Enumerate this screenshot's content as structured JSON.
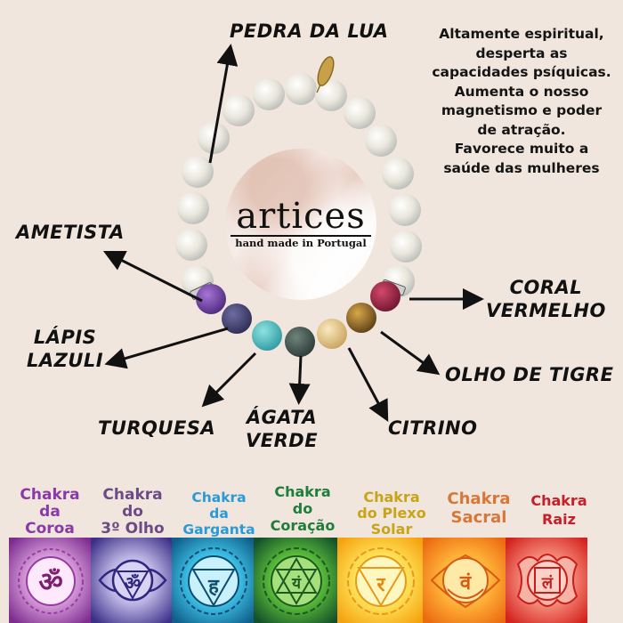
{
  "background_color": "#f1e6dd",
  "stones": [
    {
      "name": "PEDRA DA LUA",
      "lines": [
        "PEDRA DA LUA"
      ]
    },
    {
      "name": "AMETISTA",
      "lines": [
        "AMETISTA"
      ]
    },
    {
      "name": "LÁPIS LAZULI",
      "lines": [
        "LÁPIS",
        "LAZULI"
      ]
    },
    {
      "name": "TURQUESA",
      "lines": [
        "TURQUESA"
      ]
    },
    {
      "name": "ÁGATA VERDE",
      "lines": [
        "ÁGATA",
        "VERDE"
      ]
    },
    {
      "name": "CITRINO",
      "lines": [
        "CITRINO"
      ]
    },
    {
      "name": "OLHO DE TIGRE",
      "lines": [
        "OLHO DE TIGRE"
      ]
    },
    {
      "name": "CORAL VERMELHO",
      "lines": [
        "CORAL",
        "VERMELHO"
      ]
    }
  ],
  "description": {
    "lines": [
      "Altamente espiritual,",
      "desperta as",
      "capacidades psíquicas.",
      "Aumenta o nosso",
      "magnetismo e poder",
      "de atração.",
      "Favorece muito a",
      "saúde das mulheres"
    ]
  },
  "brand": {
    "name": "artices",
    "tagline": "hand made in Portugal",
    "charm_text": "artices"
  },
  "chakras": [
    {
      "lines": [
        "Chakra",
        "da",
        "Coroa"
      ],
      "color": "#8a3aa8",
      "tile_color": "#8e3f9e",
      "symbol": "om-symbol-icon"
    },
    {
      "lines": [
        "Chakra",
        "do",
        "3º Olho"
      ],
      "color": "#6b4a86",
      "tile_color": "#4a3f96",
      "symbol": "third-eye-symbol-icon"
    },
    {
      "lines": [
        "Chakra",
        "da",
        "Garganta"
      ],
      "color": "#2a9ad6",
      "tile_color": "#1f8fbf",
      "symbol": "throat-symbol-icon"
    },
    {
      "lines": [
        "Chakra",
        "do",
        "Coração"
      ],
      "color": "#1e7e3a",
      "tile_color": "#3d9a2e",
      "symbol": "heart-symbol-icon"
    },
    {
      "lines": [
        "Chakra",
        "do Plexo",
        "Solar"
      ],
      "color": "#c9a417",
      "tile_color": "#f6c21c",
      "symbol": "solar-plexus-symbol-icon"
    },
    {
      "lines": [
        "Chakra",
        "Sacral"
      ],
      "color": "#d9773a",
      "tile_color": "#f28a18",
      "symbol": "sacral-symbol-icon"
    },
    {
      "lines": [
        "Chakra",
        "Raiz"
      ],
      "color": "#c81e2a",
      "tile_color": "#e0382e",
      "symbol": "root-symbol-icon"
    }
  ]
}
